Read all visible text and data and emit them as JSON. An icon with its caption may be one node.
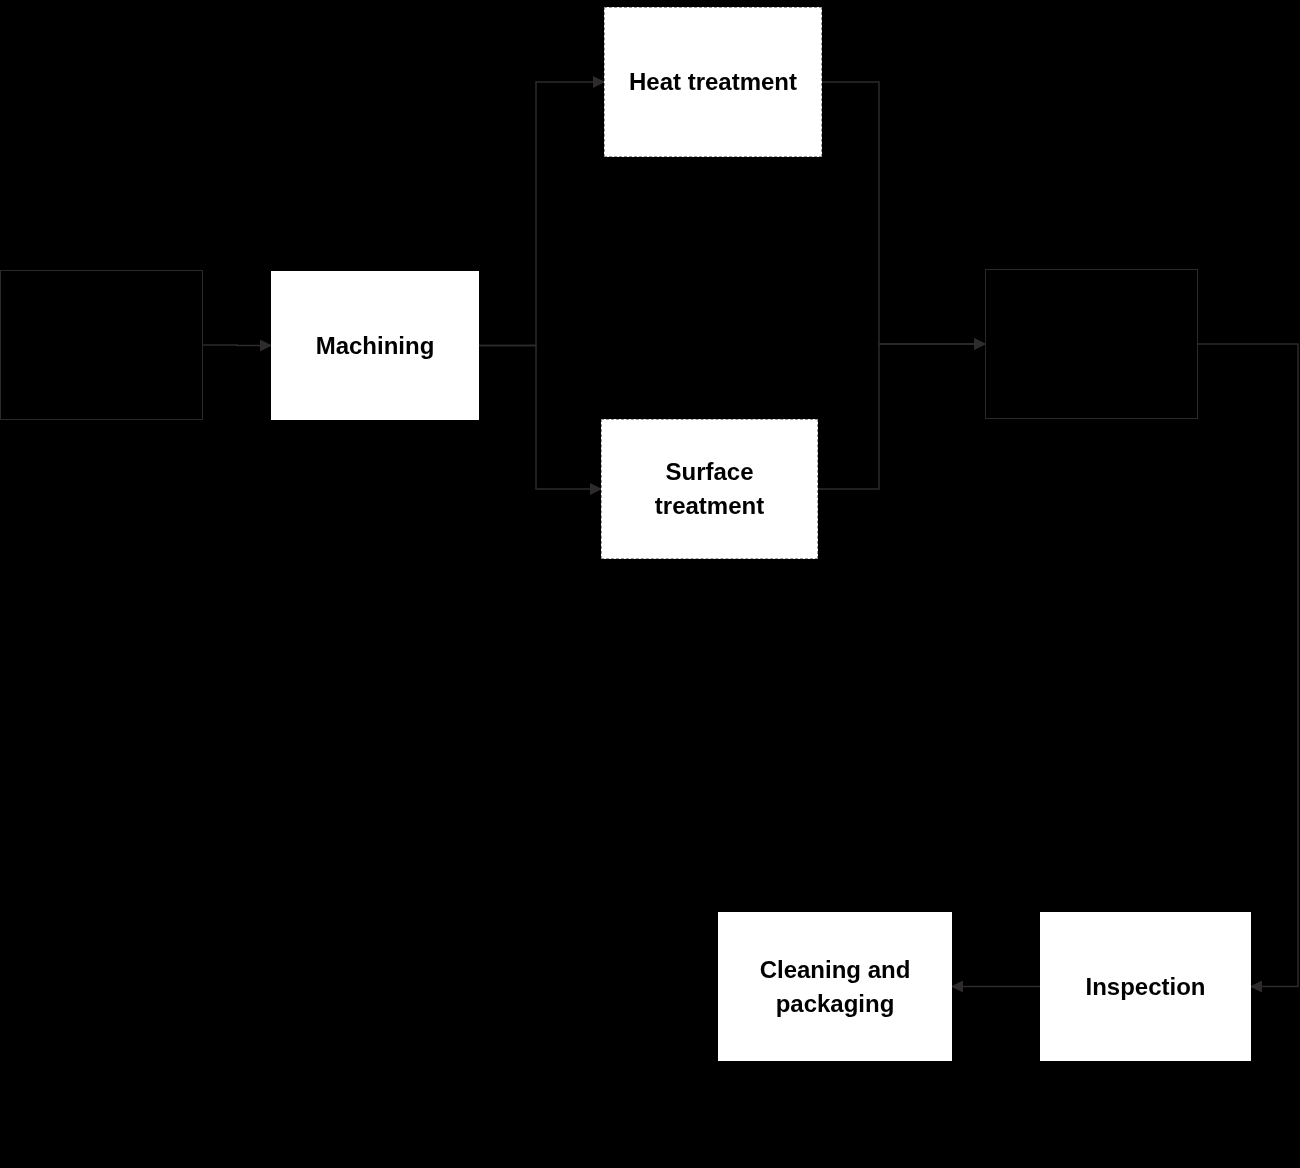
{
  "diagram": {
    "nodes": [
      {
        "text": [],
        "shape": "box"
      },
      {
        "text": [
          "Machining"
        ]
      },
      {
        "text": [
          "Heat treatment"
        ]
      },
      {
        "text": [
          "Surface treatment"
        ]
      },
      {
        "text": [],
        "shape": "box"
      },
      {
        "text": [
          "Inspection"
        ]
      },
      {
        "text": [
          "Cleaning and packaging"
        ]
      }
    ],
    "edges": [
      {
        "from": 0,
        "to": 1,
        "arrow": "to"
      },
      {
        "from": 1,
        "to": 2,
        "arrow": "to"
      },
      {
        "from": 1,
        "to": 3,
        "arrow": "to"
      },
      {
        "from": 2,
        "to": 4,
        "arrow": "to"
      },
      {
        "from": 3,
        "to": 4,
        "arrow": "to"
      },
      {
        "from": 4,
        "to": 5,
        "arrow": "to"
      },
      {
        "from": 5,
        "to": 6,
        "arrow": "to"
      }
    ]
  }
}
